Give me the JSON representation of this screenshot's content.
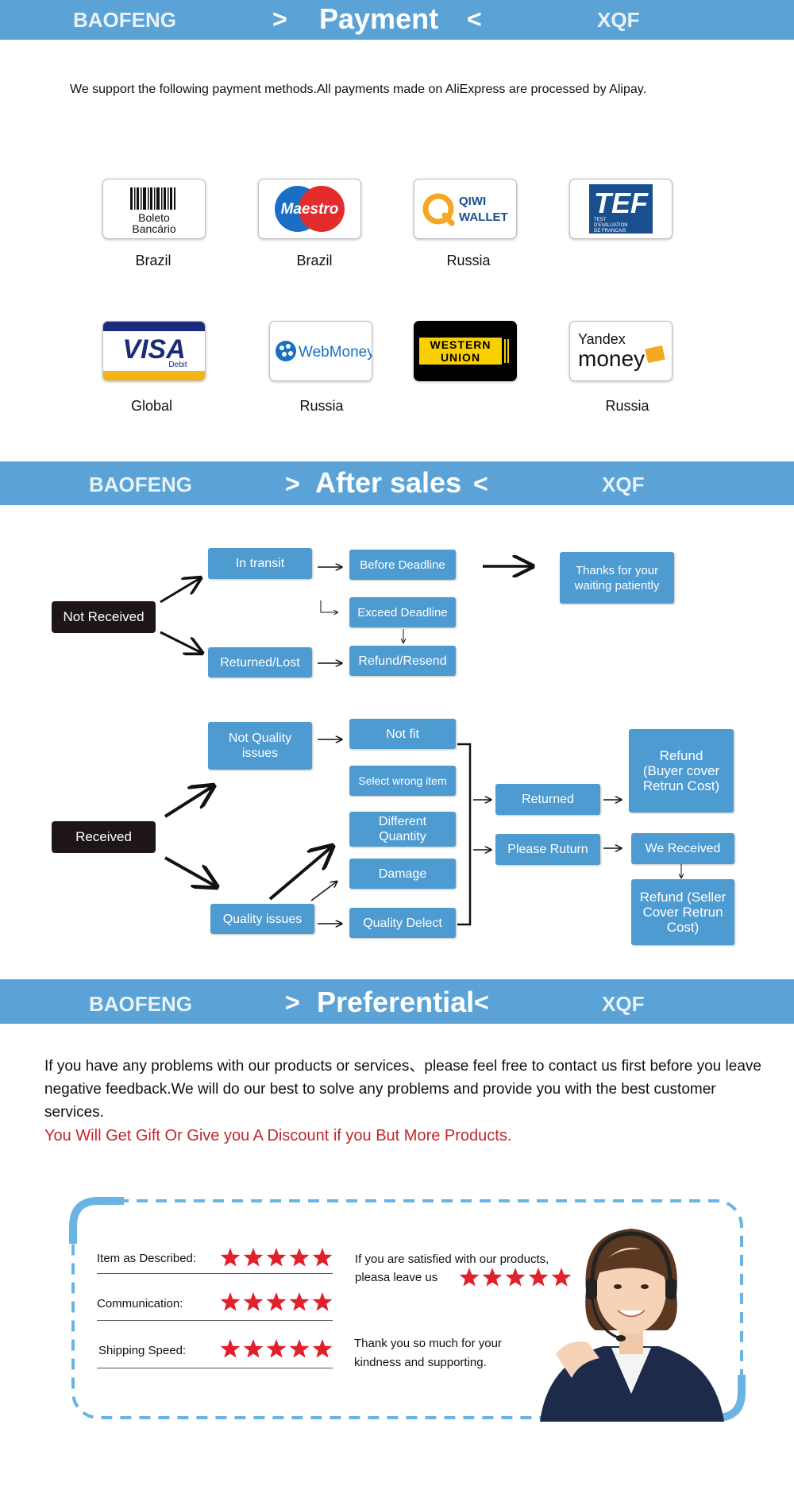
{
  "payment": {
    "brand_left": "BAOFENG",
    "title": "Payment",
    "arrow_left": ">",
    "arrow_right": "<",
    "brand_right": "XQF",
    "intro": "We support the following payment methods.All payments made on AliExpress are processed by Alipay.",
    "methods": [
      {
        "logo": "Boleto Bancário",
        "logo_line1": "Boleto",
        "logo_line2": "Bancário",
        "country": "Brazil"
      },
      {
        "logo": "Maestro",
        "country": "Brazil"
      },
      {
        "logo": "QIWI WALLET",
        "logo_line1": "QIWI",
        "logo_line2": "WALLET",
        "country": "Russia"
      },
      {
        "logo": "TEF",
        "logo_sub1": "TEST",
        "logo_sub2": "D'EVALUATION",
        "logo_sub3": "DE FRANCAIS",
        "country": ""
      },
      {
        "logo": "VISA Debit",
        "logo_main": "VISA",
        "logo_sub": "Debit",
        "country": "Global"
      },
      {
        "logo": "WebMoney",
        "country": "Russia"
      },
      {
        "logo": "WESTERN UNION",
        "logo_line1": "WESTERN",
        "logo_line2": "UNION",
        "country": ""
      },
      {
        "logo": "Yandex money",
        "logo_line1": "Yandex",
        "logo_line2": "money",
        "country": "Russia"
      }
    ]
  },
  "after_sales": {
    "brand_left": "BAOFENG",
    "title": "After sales",
    "arrow_left": ">",
    "arrow_right": "<",
    "brand_right": "XQF",
    "not_received": "Not Received",
    "in_transit": "In transit",
    "before_deadline": "Before Deadline",
    "thanks": "Thanks for your waiting patiently",
    "exceed_deadline": "Exceed Deadline",
    "returned_lost": "Returned/Lost",
    "refund_resend": "Refund/Resend",
    "received": "Received",
    "not_quality": "Not Quality issues",
    "not_fit": "Not fit",
    "select_wrong": "Select wrong item",
    "different_quantity": "Different Quantity",
    "damage": "Damage",
    "quality_defect": "Quality Delect",
    "quality_issues": "Quality issues",
    "returned": "Returned",
    "please_return": "Please Ruturn",
    "refund_buyer": "Refund (Buyer cover Retrun Cost)",
    "we_received": "We Received",
    "refund_seller": "Refund (Seller Cover Retrun Cost)"
  },
  "preferential": {
    "brand_left": "BAOFENG",
    "title": "Preferential",
    "arrow_left": ">",
    "arrow_right": "<",
    "brand_right": "XQF",
    "paragraph": "If you have any problems with our products or services、please feel free to contact us first before you leave negative  feedback.We will do our best to solve any problems and provide you with the best customer services.",
    "discount": "You Will Get Gift Or Give you A Discount if you But More Products.",
    "ratings": [
      {
        "label": "Item as Described:",
        "stars": 5
      },
      {
        "label": "Communication:",
        "stars": 5
      },
      {
        "label": "Shipping Speed:",
        "stars": 5
      }
    ],
    "satisfied_line1": "If you are satisfied with our products,",
    "satisfied_line2": "pleasa leave us",
    "satisfied_stars": 5,
    "thanks_line1": "Thank you so much for your",
    "thanks_line2": "kindness and supporting."
  },
  "colors": {
    "band": "#5ba3d6",
    "box": "#4e9bd2",
    "dark_box": "#1e1516",
    "discount": "#c0282b",
    "star": "#e0202a"
  }
}
